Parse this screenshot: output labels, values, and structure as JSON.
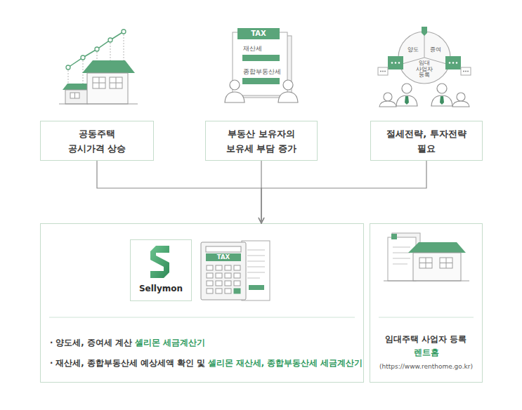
{
  "diagram": {
    "nodes": [
      {
        "text": [
          "공동주택 공시가격 상승"
        ]
      },
      {
        "text": [
          "부동산 보유자의 보유세 부담 증가"
        ]
      },
      {
        "text": [
          "절세전략, 투자전략 필요"
        ]
      },
      {
        "text": [
          "· 양도세, 증여세 계산",
          "셀리몬 세금계산기",
          "· 재산세, 종합부동산세 예상세액 확인 및",
          "셀리몬 재산세, 종합부동산세 세금계산기"
        ]
      },
      {
        "text": [
          "Sellymon"
        ],
        "in": 3
      },
      {
        "text": [
          "임대주택 사업자 등록",
          "렌트홈",
          "(https://www.renthome.go.kr)"
        ]
      }
    ],
    "edges": [
      {
        "from": 0,
        "to": 3,
        "arrow": "to"
      },
      {
        "from": 1,
        "to": 3,
        "arrow": "to"
      },
      {
        "from": 2,
        "to": 3,
        "arrow": "to"
      }
    ],
    "labels": [
      "TAX",
      "재산세",
      "종합부동산세",
      "양도",
      "증여",
      "임대 사업자 등록",
      "TAX"
    ]
  }
}
